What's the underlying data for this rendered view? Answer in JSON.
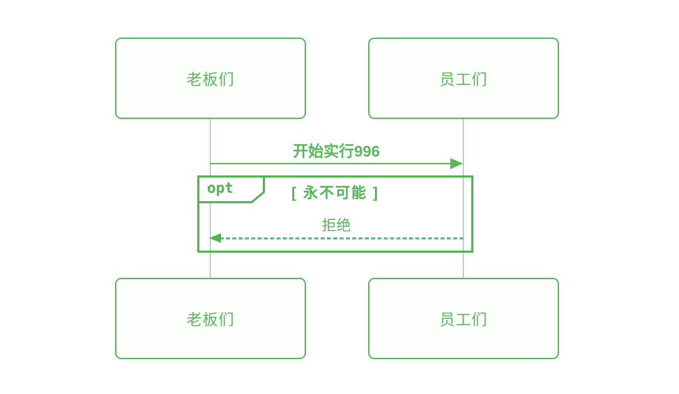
{
  "diagram": {
    "type": "sequence-diagram",
    "actors": [
      {
        "name": "老板们"
      },
      {
        "name": "员工们"
      }
    ],
    "messages": [
      {
        "from": "老板们",
        "to": "员工们",
        "label": "开始实行996",
        "line_style": "solid",
        "direction": "right"
      },
      {
        "from": "员工们",
        "to": "老板们",
        "label": "拒绝",
        "line_style": "dashed",
        "direction": "left"
      }
    ],
    "fragment": {
      "operator": "opt",
      "condition": "[ 永不可能 ]"
    },
    "colors": {
      "primary_green": "#5cb85c",
      "frame_green": "#53b353",
      "dashed_green": "#59bb89",
      "lifeline_green": "#7cc77c",
      "actor_fill": "#fbfefb",
      "background": "#ffffff"
    }
  }
}
